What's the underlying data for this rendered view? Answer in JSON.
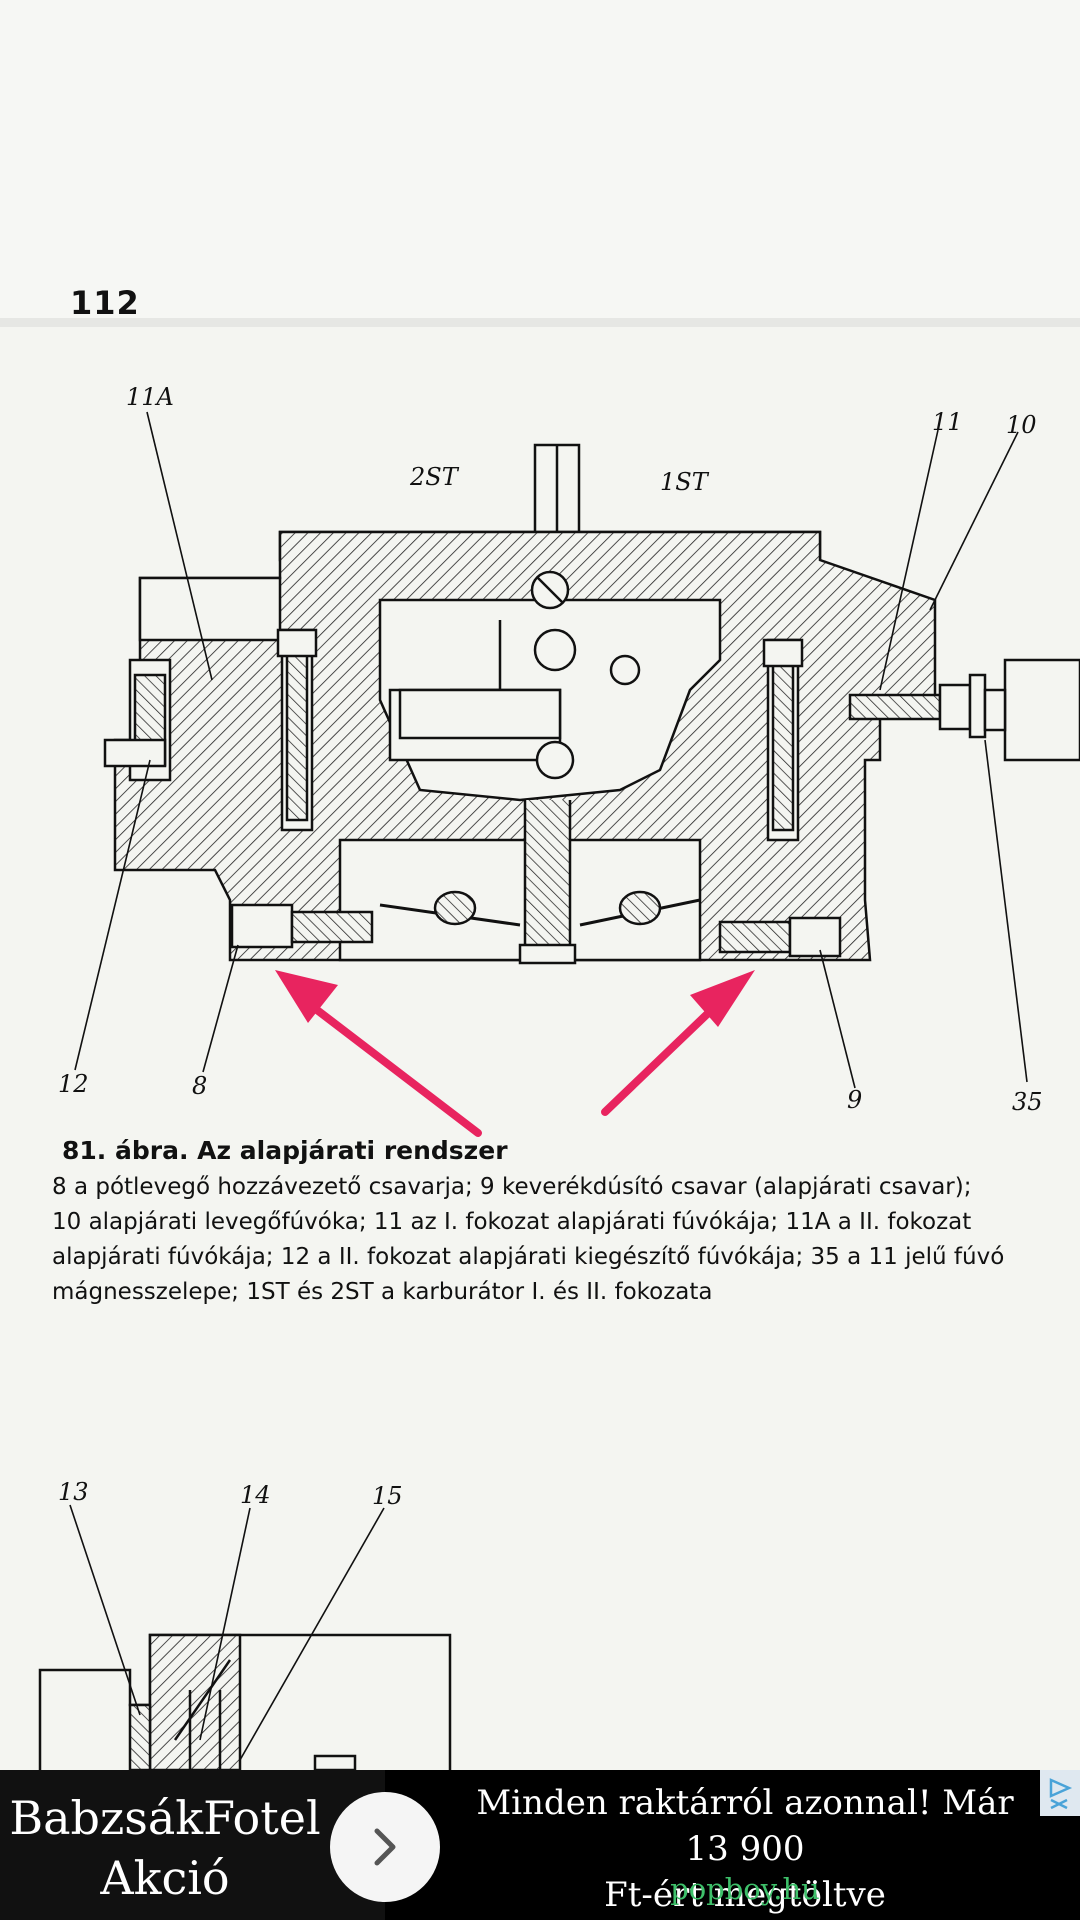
{
  "document": {
    "page_number": "112",
    "figure_labels": {
      "l11a": "11A",
      "l2st": "2ST",
      "l1st": "1ST",
      "l11": "11",
      "l10": "10",
      "l12": "12",
      "l8": "8",
      "l9": "9",
      "l35": "35",
      "l13": "13",
      "l14": "14",
      "l15": "15"
    },
    "caption_title": "81. ábra. Az alapjárati rendszer",
    "caption_lines": [
      "8 a pótlevegő hozzávezető csavarja; 9 keverékdúsító csavar (alapjárati csavar);",
      "10 alapjárati levegőfúvóka; 11 az I. fokozat alapjárati fúvókája; 11A a II. fokozat",
      "alapjárati fúvókája; 12 a II. fokozat alapjárati kiegészítő fúvókája; 35 a 11 jelű fúvó",
      "mágnesszelepe; 1ST és 2ST a karburátor I. és II. fokozata"
    ]
  },
  "annotations": {
    "arrow_color": "#e8245f"
  },
  "ad": {
    "brand_line1": "BabzsákFotel",
    "brand_line2": "Akció",
    "text_line1": "Minden raktárról azonnal! Már 13 900",
    "text_line2": "Ft-ért megtöltve",
    "url": "popboy.hu",
    "button_icon": "chevron-right-icon",
    "choices_icon": "adchoices-icon"
  }
}
